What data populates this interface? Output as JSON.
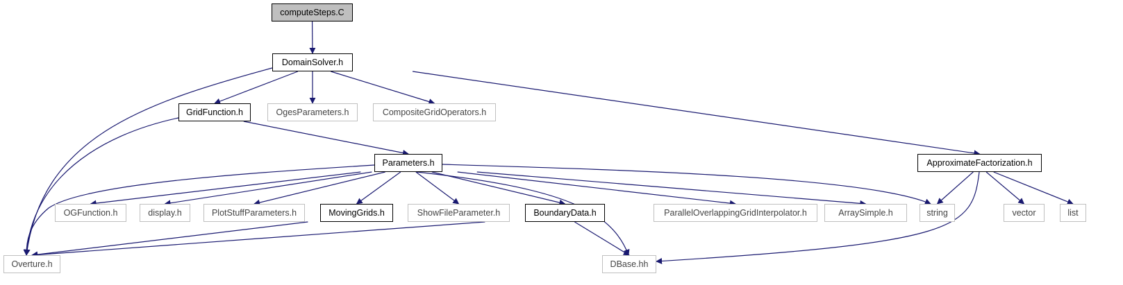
{
  "colors": {
    "edge": "#191970",
    "root_fill": "#bfbfbf",
    "linked_border": "#000000",
    "external_border": "#bfbfbf"
  },
  "nodes": [
    {
      "id": "computeSteps",
      "label": "computeSteps.C",
      "kind": "root"
    },
    {
      "id": "DomainSolver",
      "label": "DomainSolver.h",
      "kind": "linked"
    },
    {
      "id": "GridFunction",
      "label": "GridFunction.h",
      "kind": "linked"
    },
    {
      "id": "OgesParameters",
      "label": "OgesParameters.h",
      "kind": "external"
    },
    {
      "id": "CompositeGridOperators",
      "label": "CompositeGridOperators.h",
      "kind": "external"
    },
    {
      "id": "Parameters",
      "label": "Parameters.h",
      "kind": "linked"
    },
    {
      "id": "ApproximateFactorization",
      "label": "ApproximateFactorization.h",
      "kind": "linked"
    },
    {
      "id": "OGFunction",
      "label": "OGFunction.h",
      "kind": "external"
    },
    {
      "id": "display",
      "label": "display.h",
      "kind": "external"
    },
    {
      "id": "PlotStuffParameters",
      "label": "PlotStuffParameters.h",
      "kind": "external"
    },
    {
      "id": "MovingGrids",
      "label": "MovingGrids.h",
      "kind": "linked"
    },
    {
      "id": "ShowFileParameter",
      "label": "ShowFileParameter.h",
      "kind": "external"
    },
    {
      "id": "BoundaryData",
      "label": "BoundaryData.h",
      "kind": "linked"
    },
    {
      "id": "ParallelOverlappingGridInterpolator",
      "label": "ParallelOverlappingGridInterpolator.h",
      "kind": "external"
    },
    {
      "id": "ArraySimple",
      "label": "ArraySimple.h",
      "kind": "external"
    },
    {
      "id": "string",
      "label": "string",
      "kind": "external"
    },
    {
      "id": "vector",
      "label": "vector",
      "kind": "external"
    },
    {
      "id": "list",
      "label": "list",
      "kind": "external"
    },
    {
      "id": "Overture",
      "label": "Overture.h",
      "kind": "external"
    },
    {
      "id": "DBase",
      "label": "DBase.hh",
      "kind": "external"
    }
  ],
  "edges": [
    [
      "computeSteps",
      "DomainSolver"
    ],
    [
      "DomainSolver",
      "Overture"
    ],
    [
      "DomainSolver",
      "GridFunction"
    ],
    [
      "DomainSolver",
      "OgesParameters"
    ],
    [
      "DomainSolver",
      "CompositeGridOperators"
    ],
    [
      "DomainSolver",
      "ApproximateFactorization"
    ],
    [
      "GridFunction",
      "Overture"
    ],
    [
      "GridFunction",
      "Parameters"
    ],
    [
      "Parameters",
      "Overture"
    ],
    [
      "Parameters",
      "OGFunction"
    ],
    [
      "Parameters",
      "display"
    ],
    [
      "Parameters",
      "PlotStuffParameters"
    ],
    [
      "Parameters",
      "MovingGrids"
    ],
    [
      "Parameters",
      "ShowFileParameter"
    ],
    [
      "Parameters",
      "BoundaryData"
    ],
    [
      "Parameters",
      "DBase"
    ],
    [
      "Parameters",
      "ParallelOverlappingGridInterpolator"
    ],
    [
      "Parameters",
      "ArraySimple"
    ],
    [
      "Parameters",
      "string"
    ],
    [
      "MovingGrids",
      "Overture"
    ],
    [
      "BoundaryData",
      "Overture"
    ],
    [
      "BoundaryData",
      "DBase"
    ],
    [
      "ApproximateFactorization",
      "string"
    ],
    [
      "ApproximateFactorization",
      "DBase"
    ],
    [
      "ApproximateFactorization",
      "vector"
    ],
    [
      "ApproximateFactorization",
      "list"
    ]
  ]
}
